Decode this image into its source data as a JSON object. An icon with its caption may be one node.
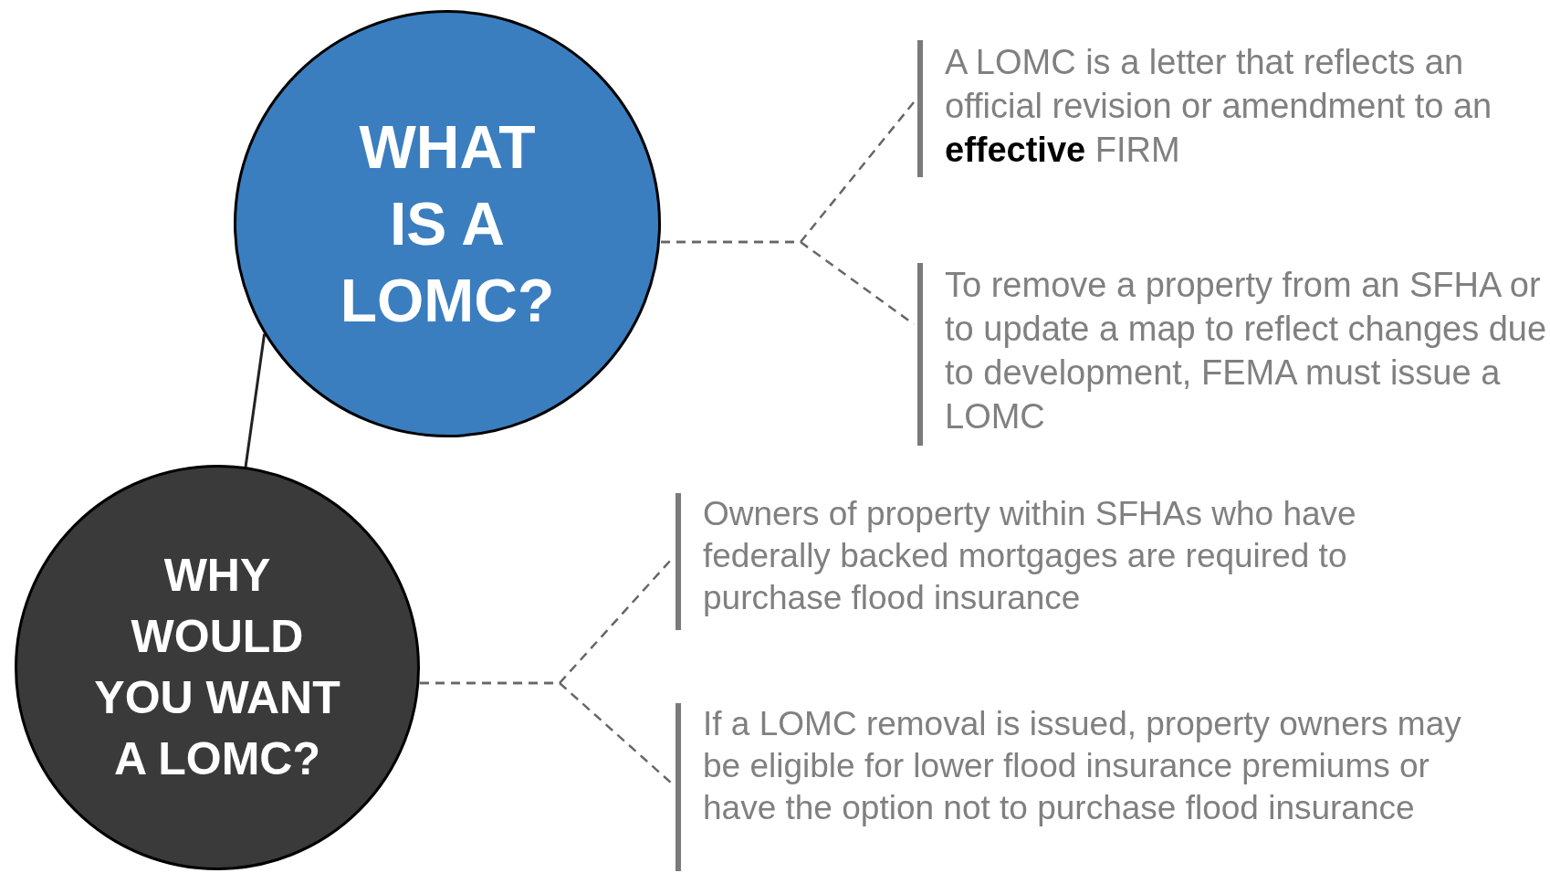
{
  "diagram": {
    "nodes": [
      {
        "text": [
          "WHAT IS A LOMC?"
        ]
      },
      {
        "text": [
          "A LOMC is a letter that reflects an official revision or amendment to an **effective** FIRM"
        ]
      },
      {
        "text": [
          "To remove a property from an SFHA or to update a map to reflect changes due to development, FEMA must issue a LOMC"
        ]
      },
      {
        "text": [
          "WHY WOULD YOU WANT A LOMC?"
        ]
      },
      {
        "text": [
          "Owners of property within SFHAs who have federally backed mortgages are required to purchase flood insurance"
        ]
      },
      {
        "text": [
          "If a LOMC removal is issued, property owners may be eligible for lower flood insurance premiums or have the option not to purchase flood insurance"
        ]
      }
    ],
    "edges": [
      {
        "from": 0,
        "to": 1,
        "arrow": "none",
        "style": "dashed"
      },
      {
        "from": 0,
        "to": 2,
        "arrow": "none",
        "style": "dashed"
      },
      {
        "from": 0,
        "to": 3,
        "arrow": "none"
      },
      {
        "from": 3,
        "to": 4,
        "arrow": "none",
        "style": "dashed"
      },
      {
        "from": 3,
        "to": 5,
        "arrow": "none",
        "style": "dashed"
      }
    ]
  }
}
